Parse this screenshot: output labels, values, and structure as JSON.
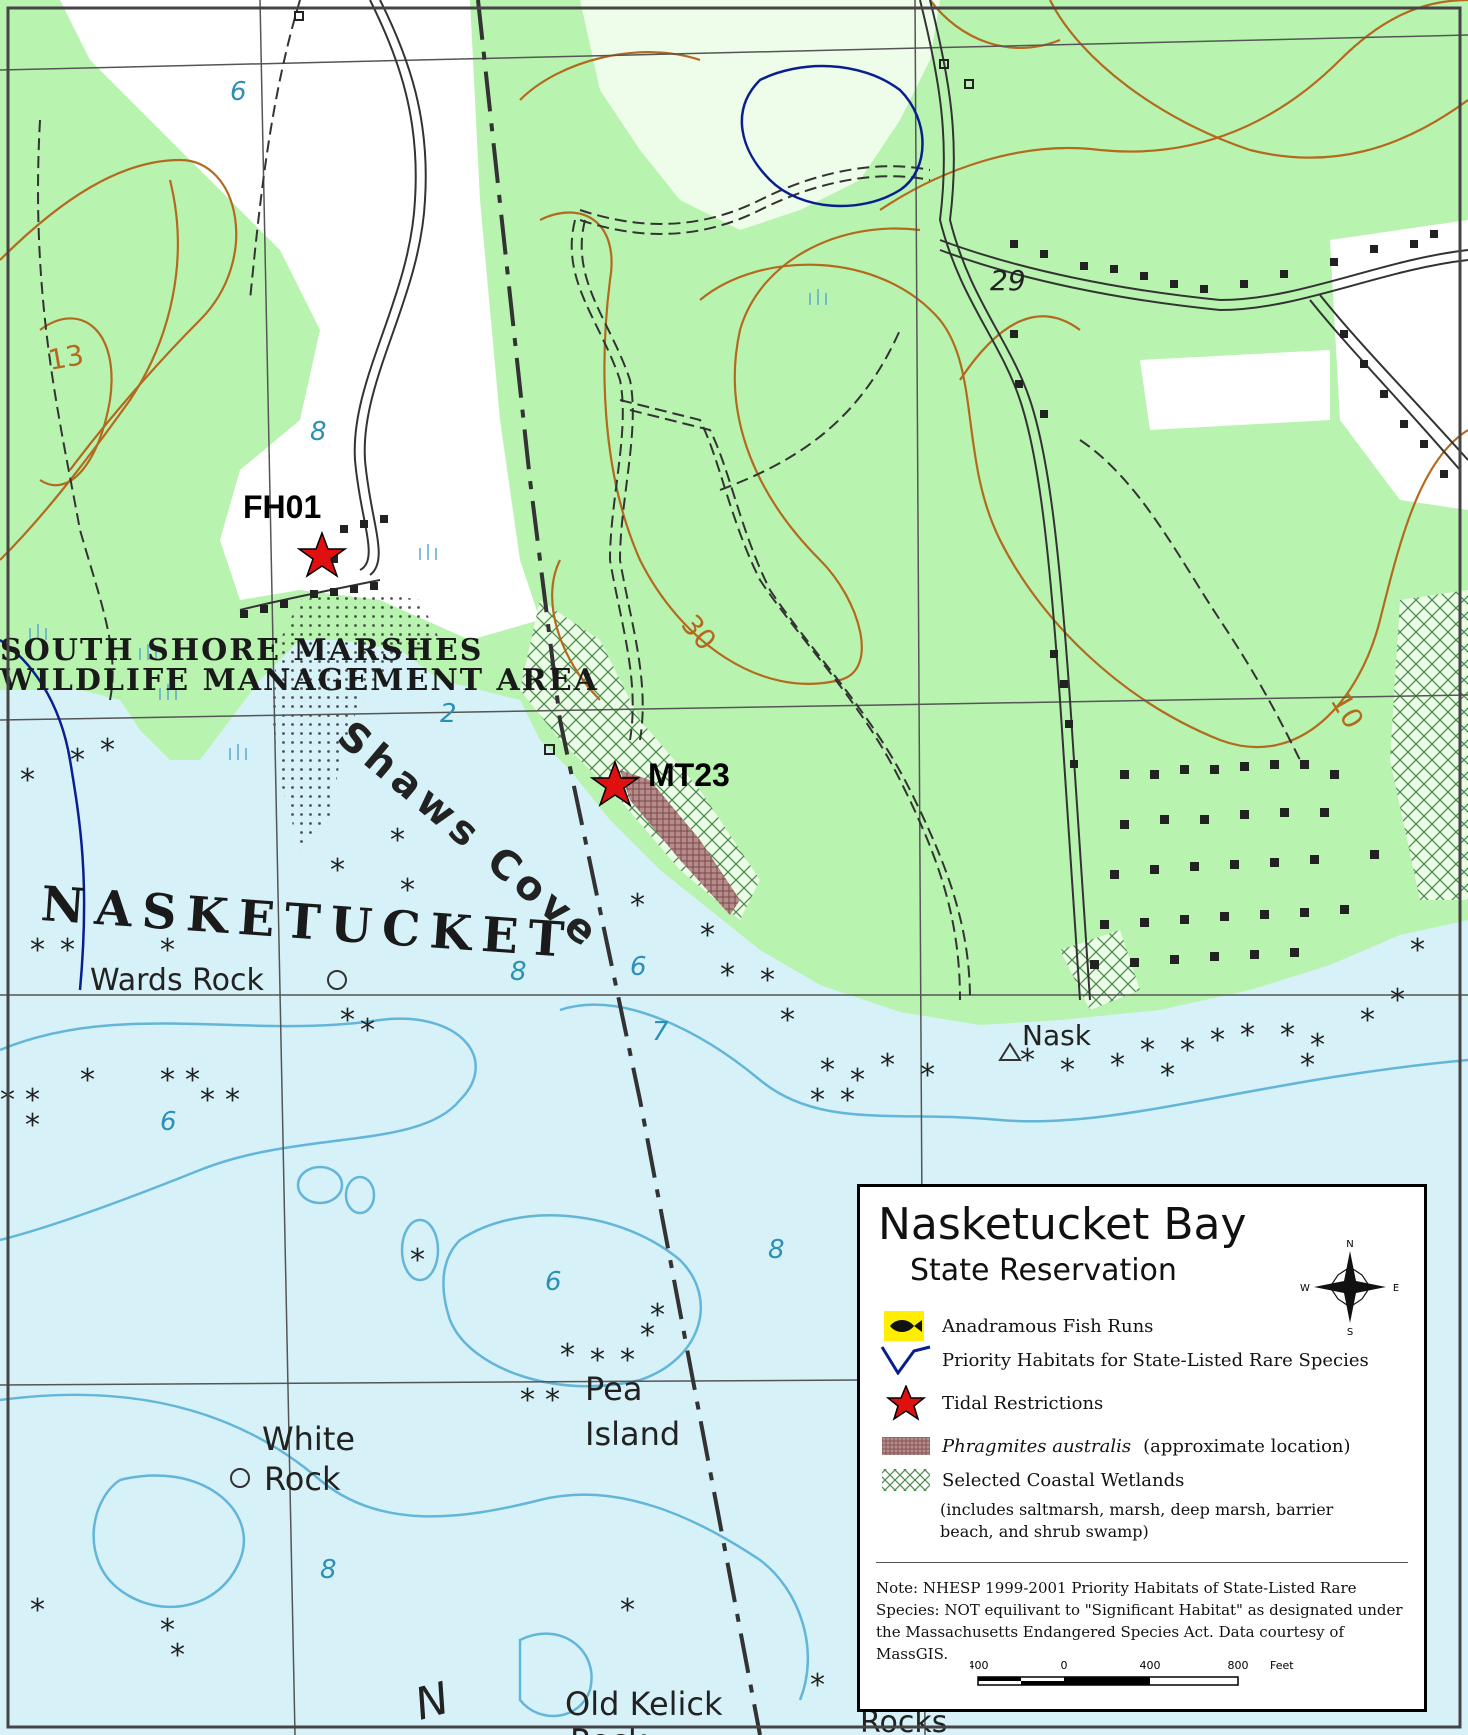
{
  "map": {
    "labels": {
      "fh01": "FH01",
      "mt23": "MT23",
      "wma_line1": "SOUTH SHORE MARSHES",
      "wma_line2": "WILDLIFE MANAGEMENT AREA",
      "nasketucket": "NASKETUCKET",
      "shaws_cove": "Shaws Cove",
      "wards_rock": "Wards Rock",
      "pea": "Pea",
      "island": "Island",
      "white": "White",
      "rock": "Rock",
      "old_kelick": "Old Kelick",
      "rock2": "Rock",
      "nask": "Nask",
      "rocks": "Rocks",
      "route": "29",
      "n_arrow": "N"
    },
    "contour_labels": [
      "13",
      "30",
      "10"
    ],
    "soundings": [
      "2",
      "8",
      "6",
      "7",
      "6",
      "6",
      "8",
      "8",
      "6",
      "8"
    ],
    "colors": {
      "land": "#b9f3b0",
      "water": "#d6f2f8",
      "clear": "#ffffff",
      "contour": "#b36a1e",
      "depth_line": "#63b5d9",
      "priority_habitat": "#0a1f8f",
      "road": "#333333",
      "tidal_star": "#e01010"
    }
  },
  "legend": {
    "title_line1": "Nasketucket Bay",
    "title_line2": "State Reservation",
    "compass": {
      "n": "N",
      "s": "S",
      "e": "E",
      "w": "W"
    },
    "items": [
      {
        "icon": "fish-icon",
        "label": "Anadramous Fish Runs"
      },
      {
        "icon": "priority-habitat-line-icon",
        "label": "Priority Habitats for State-Listed Rare Species"
      },
      {
        "icon": "red-star-icon",
        "label": "Tidal Restrictions"
      },
      {
        "icon": "phragmites-swatch-icon",
        "label_italic": "Phragmites australis",
        "label": "(approximate location)"
      },
      {
        "icon": "wetland-hatch-icon",
        "label": "Selected Coastal Wetlands"
      }
    ],
    "wetland_sub": "(includes saltmarsh, marsh, deep marsh, barrier beach, and shrub swamp)",
    "note": "Note: NHESP 1999-2001 Priority Habitats of State-Listed Rare Species: NOT equilivant to \"Significant Habitat\" as designated under the Massachusetts Endangered Species Act.  Data courtesy of MassGIS.",
    "scale": {
      "t0": "400",
      "t1": "0",
      "t2": "400",
      "t3": "800",
      "unit": "Feet"
    }
  }
}
